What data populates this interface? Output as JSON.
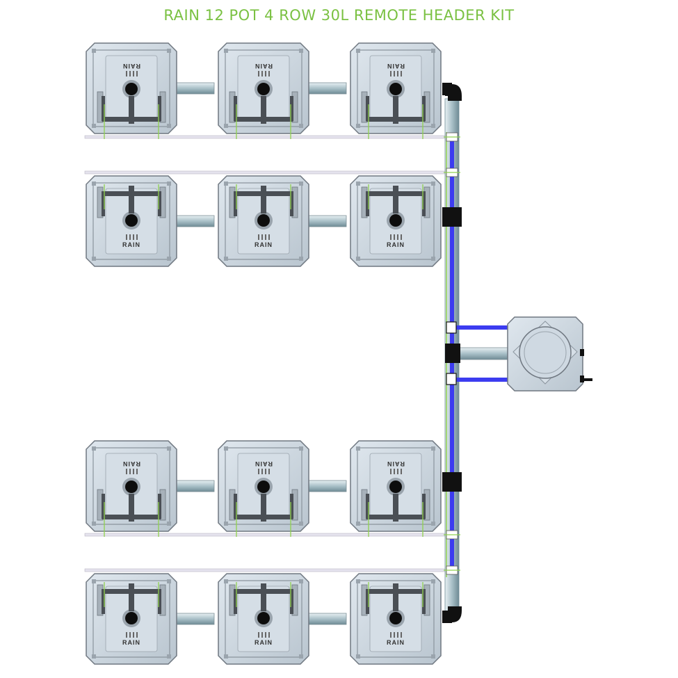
{
  "title": "RAIN 12 POT 4 ROW 30L REMOTE HEADER KIT",
  "pot_label": "RAIN",
  "colors": {
    "title": "#7ac142",
    "pot_body": "#c7d2db",
    "pot_edge": "#6f7780",
    "pipe": "#a9c0c8",
    "feed_line": "#3c3cf0",
    "drain_line": "#8fd14f",
    "fitting": "#111111"
  },
  "rows": [
    {
      "id": "row-1",
      "orientation": "up",
      "pots": 3
    },
    {
      "id": "row-2",
      "orientation": "down",
      "pots": 3
    },
    {
      "id": "row-3",
      "orientation": "up",
      "pots": 3
    },
    {
      "id": "row-4",
      "orientation": "down",
      "pots": 3
    }
  ],
  "reservoir": {
    "name": "reservoir-tank"
  }
}
